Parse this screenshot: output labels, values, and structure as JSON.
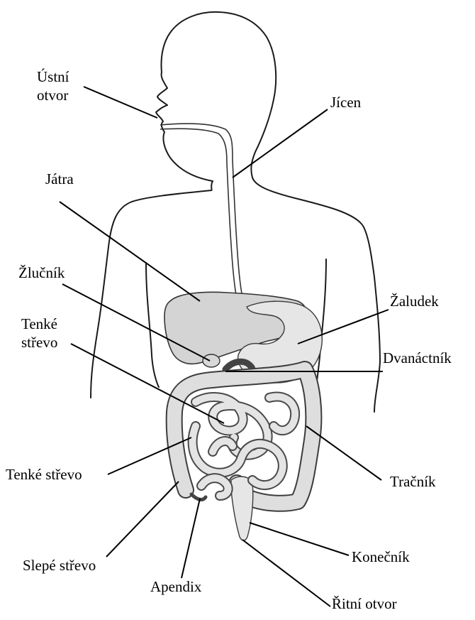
{
  "labels": {
    "mouth_line1": "Ústní",
    "mouth_line2": "otvor",
    "esophagus": "Jícen",
    "liver": "Játra",
    "gallbladder": "Žlučník",
    "stomach": "Žaludek",
    "small_intestine_top_line1": "Tenké",
    "small_intestine_top_line2": "střevo",
    "duodenum": "Dvanáctník",
    "small_intestine_left": "Tenké střevo",
    "colon": "Tračník",
    "cecum": "Slepé střevo",
    "rectum": "Konečník",
    "appendix": "Apendix",
    "anus": "Řitní otvor"
  }
}
